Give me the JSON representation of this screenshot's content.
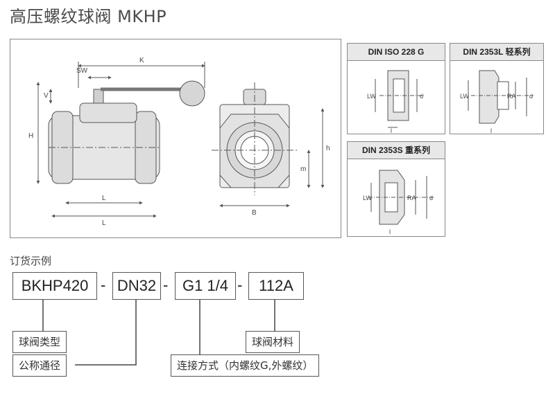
{
  "title": "高压螺纹球阀 MKHP",
  "main_drawing": {
    "labels": {
      "sw": "SW",
      "k": "K",
      "v": "V",
      "h": "H",
      "l": "L",
      "l1": "L",
      "h_small": "h",
      "m": "m",
      "b": "B"
    }
  },
  "details": [
    {
      "title": "DIN ISO 228 G",
      "labels": {
        "lw": "LW",
        "d": "d",
        "l": "l"
      }
    },
    {
      "title": "DIN 2353L 轻系列",
      "labels": {
        "lw": "LW",
        "ra": "RA",
        "d": "d",
        "l": "l"
      }
    },
    {
      "title": "DIN 2353S 重系列",
      "labels": {
        "lw": "LW",
        "ra": "RA",
        "d": "d",
        "l": "l"
      }
    }
  ],
  "order_example": {
    "label": "订货示例",
    "codes": [
      "BKHP420",
      "DN32",
      "G1 1/4",
      "112A"
    ],
    "separator": "-",
    "descriptions": {
      "type": "球阀类型",
      "material": "球阀材料",
      "nominal": "公称通径",
      "connection": "连接方式（内螺纹G,外螺纹）"
    }
  }
}
